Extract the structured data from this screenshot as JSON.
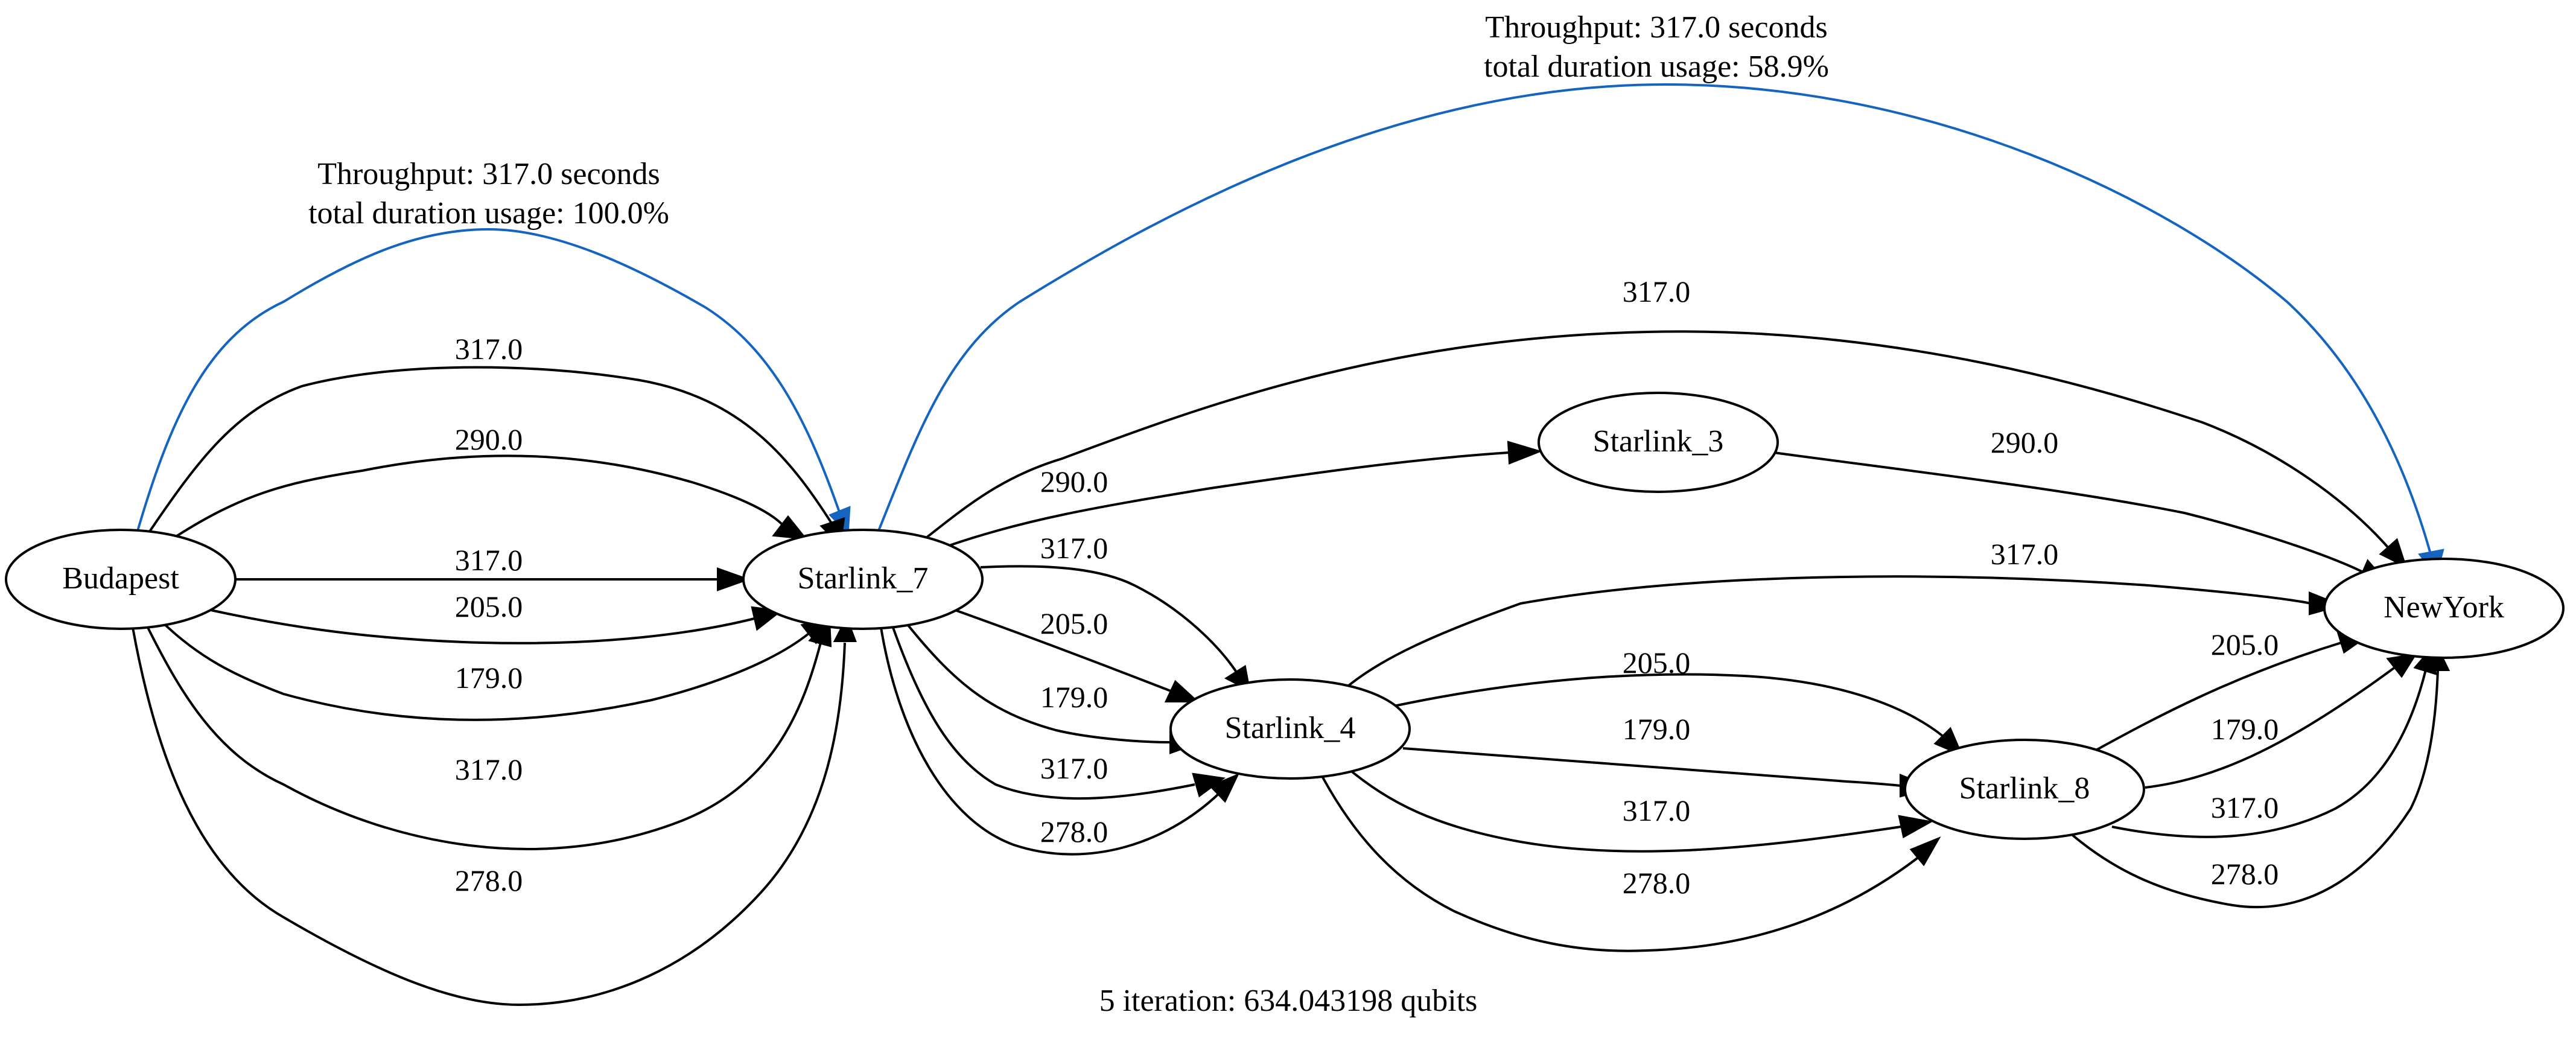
{
  "caption": "5 iteration: 634.043198 qubits",
  "colors": {
    "edge": "#000000",
    "route": "#1565C0"
  },
  "nodes": [
    {
      "id": "budapest",
      "label": "Budapest"
    },
    {
      "id": "starlink7",
      "label": "Starlink_7"
    },
    {
      "id": "starlink3",
      "label": "Starlink_3"
    },
    {
      "id": "starlink4",
      "label": "Starlink_4"
    },
    {
      "id": "starlink8",
      "label": "Starlink_8"
    },
    {
      "id": "newyork",
      "label": "NewYork"
    }
  ],
  "edges": [
    {
      "from": "Budapest",
      "to": "Starlink_7",
      "label": "317.0"
    },
    {
      "from": "Budapest",
      "to": "Starlink_7",
      "label": "290.0"
    },
    {
      "from": "Budapest",
      "to": "Starlink_7",
      "label": "317.0"
    },
    {
      "from": "Budapest",
      "to": "Starlink_7",
      "label": "205.0"
    },
    {
      "from": "Budapest",
      "to": "Starlink_7",
      "label": "179.0"
    },
    {
      "from": "Budapest",
      "to": "Starlink_7",
      "label": "317.0"
    },
    {
      "from": "Budapest",
      "to": "Starlink_7",
      "label": "278.0"
    },
    {
      "from": "Starlink_7",
      "to": "NewYork",
      "label": "317.0"
    },
    {
      "from": "Starlink_7",
      "to": "Starlink_3",
      "label": "290.0"
    },
    {
      "from": "Starlink_3",
      "to": "NewYork",
      "label": "290.0"
    },
    {
      "from": "Starlink_7",
      "to": "Starlink_4",
      "label": "317.0"
    },
    {
      "from": "Starlink_7",
      "to": "Starlink_4",
      "label": "205.0"
    },
    {
      "from": "Starlink_7",
      "to": "Starlink_4",
      "label": "179.0"
    },
    {
      "from": "Starlink_7",
      "to": "Starlink_4",
      "label": "317.0"
    },
    {
      "from": "Starlink_7",
      "to": "Starlink_4",
      "label": "278.0"
    },
    {
      "from": "Starlink_4",
      "to": "NewYork",
      "label": "317.0"
    },
    {
      "from": "Starlink_4",
      "to": "Starlink_8",
      "label": "205.0"
    },
    {
      "from": "Starlink_4",
      "to": "Starlink_8",
      "label": "179.0"
    },
    {
      "from": "Starlink_4",
      "to": "Starlink_8",
      "label": "317.0"
    },
    {
      "from": "Starlink_4",
      "to": "Starlink_8",
      "label": "278.0"
    },
    {
      "from": "Starlink_8",
      "to": "NewYork",
      "label": "205.0"
    },
    {
      "from": "Starlink_8",
      "to": "NewYork",
      "label": "179.0"
    },
    {
      "from": "Starlink_8",
      "to": "NewYork",
      "label": "317.0"
    },
    {
      "from": "Starlink_8",
      "to": "NewYork",
      "label": "278.0"
    }
  ],
  "routes": [
    {
      "from": "Budapest",
      "to": "Starlink_7",
      "line1": "Throughput: 317.0 seconds",
      "line2": "total duration usage: 100.0%"
    },
    {
      "from": "Starlink_7",
      "to": "NewYork",
      "line1": "Throughput: 317.0 seconds",
      "line2": "total duration usage: 58.9%"
    }
  ]
}
